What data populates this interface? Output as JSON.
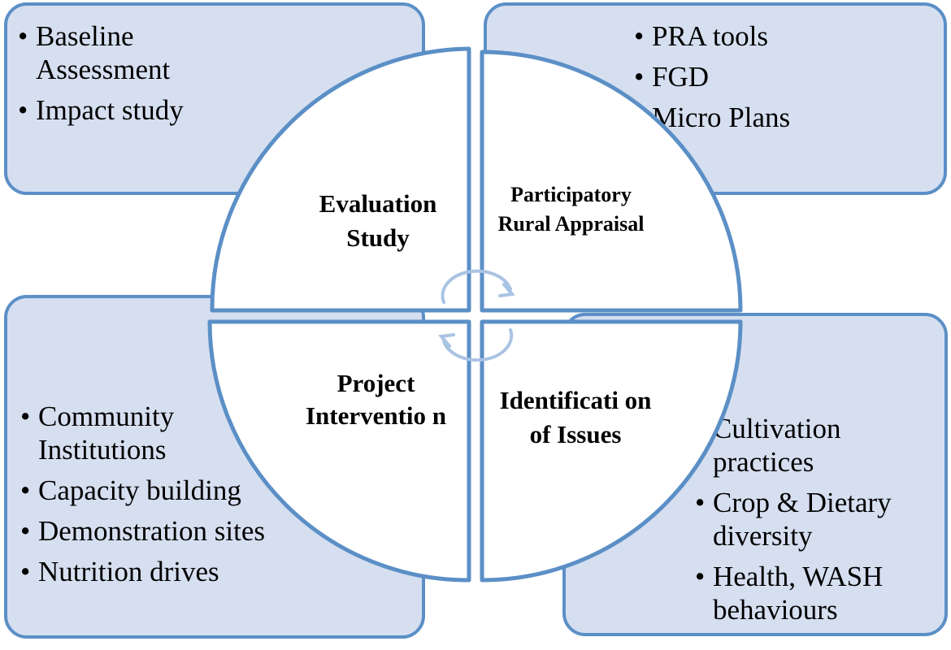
{
  "quadrants": {
    "top_left": "Evaluation Study",
    "top_right": "Participatory Rural Appraisal",
    "bottom_left": "Project Interventio n",
    "bottom_right": "Identificati on of Issues"
  },
  "boxes": {
    "top_left": {
      "items": [
        {
          "bullet": "•",
          "text": "Baseline Assessment"
        },
        {
          "bullet": "•",
          "text": "Impact study"
        }
      ]
    },
    "top_right": {
      "items": [
        {
          "bullet": "•",
          "text": "PRA tools"
        },
        {
          "bullet": "•",
          "text": "FGD"
        },
        {
          "bullet": "",
          "text": "Micro Plans"
        }
      ]
    },
    "bottom_left": {
      "items": [
        {
          "bullet": "•",
          "text": "Community Institutions"
        },
        {
          "bullet": "•",
          "text": "Capacity building"
        },
        {
          "bullet": "•",
          "text": "Demonstration sites"
        },
        {
          "bullet": "•",
          "text": "Nutrition drives"
        }
      ]
    },
    "bottom_right": {
      "items": [
        {
          "bullet": "",
          "text": "Cultivation practices"
        },
        {
          "bullet": "•",
          "text": "Crop & Dietary diversity"
        },
        {
          "bullet": "•",
          "text": "Health, WASH behaviours"
        }
      ]
    }
  },
  "colors": {
    "box_fill": "#d6dff0",
    "border": "#5b8fc6",
    "cycle_arrows": "#a9c3e3"
  },
  "icons": {
    "center": "cycle-arrows-icon"
  }
}
